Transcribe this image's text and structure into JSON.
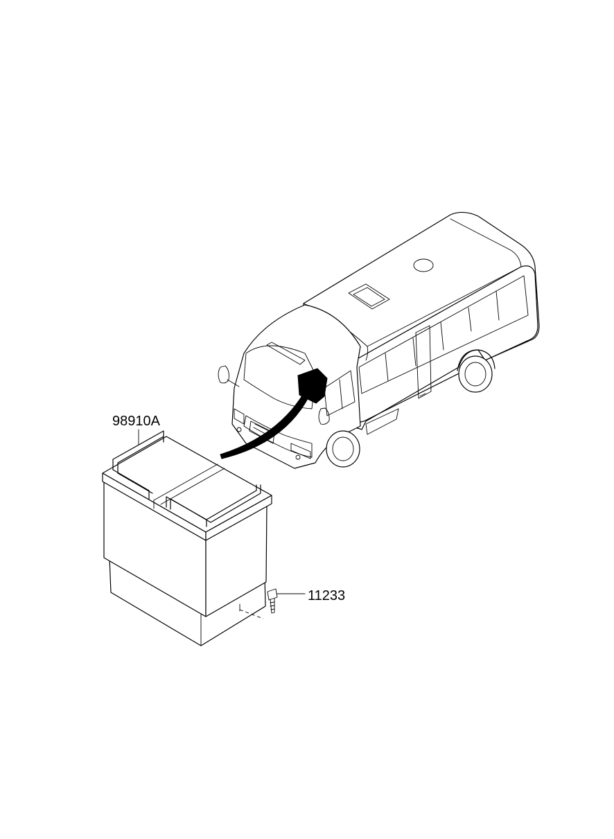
{
  "diagram": {
    "parts": [
      {
        "id": "battery",
        "part_number": "98910A"
      },
      {
        "id": "bolt",
        "part_number": "11233"
      }
    ]
  }
}
